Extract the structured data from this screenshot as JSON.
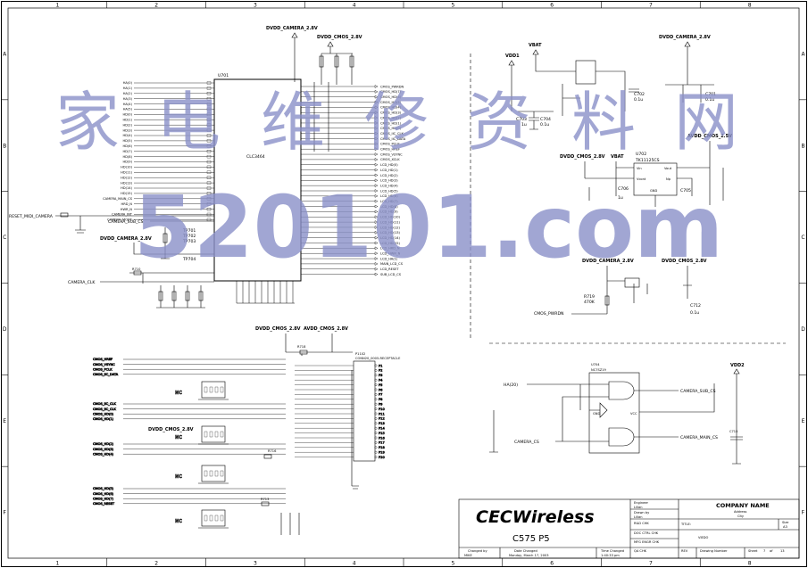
{
  "frame": {
    "columns": [
      "1",
      "2",
      "3",
      "4",
      "5",
      "6",
      "7",
      "8"
    ],
    "rows": [
      "A",
      "B",
      "C",
      "D",
      "E",
      "F"
    ]
  },
  "watermark": {
    "chars": [
      "家",
      "电",
      "维",
      "修",
      "资",
      "料",
      "网"
    ],
    "url": "520101.com"
  },
  "rails": {
    "dvdd_camera": "DVDD_CAMERA_2.8V",
    "dvdd_cmos": "DVDD_CMOS_2.8V",
    "avdd_cmos_28": "AVDD_CMOS_2.8V",
    "avdd_cmos_25": "AVDD_CMOS_2.5V",
    "vbat": "VBAT",
    "vdd1": "VDD1",
    "vdd2": "VDD2"
  },
  "u701": {
    "ref": "U701",
    "part": "CLC3464",
    "left_pins": [
      "HA(0)",
      "HA(1)",
      "HA(2)",
      "HA(3)",
      "HA(4)",
      "HA(5)",
      "HD(0)",
      "HD(1)",
      "HD(2)",
      "HD(3)",
      "HD(4)",
      "HD(5)",
      "HD(6)",
      "HD(7)",
      "HD(8)",
      "HD(9)",
      "HD(10)",
      "HD(11)",
      "HD(12)",
      "HD(13)",
      "HD(14)",
      "HD(15)",
      "CAMERA_MAIN_CS",
      "HRD_N",
      "HWR_N",
      "CAMERA_INT",
      "CAMERA_MODE"
    ],
    "right_nets": [
      "CMOS_PWRDN",
      "CMOS_HD(7)",
      "CMOS_HD(6)",
      "CMOS_HD(5)",
      "CMOS_HD(4)",
      "CMOS_HD(3)",
      "CMOS_HD(2)",
      "CMOS_HD(1)",
      "CMOS_HD(0)",
      "CMOS_IIC_CLK",
      "CMOS_IIC_DATA",
      "CMOS_PCLK",
      "CMOS_HREF",
      "CMOS_VSYNC",
      "CMOS_XCLK",
      "LCD_HD(0)",
      "LCD_HD(1)",
      "LCD_HD(2)",
      "LCD_HD(3)",
      "LCD_HD(4)",
      "LCD_HD(5)",
      "LCD_HD(6)",
      "LCD_HD(7)",
      "LCD_HD(8)",
      "LCD_HD(9)",
      "LCD_HD(10)",
      "LCD_HD(11)",
      "LCD_HD(12)",
      "LCD_HD(13)",
      "LCD_HD(14)",
      "LCD_HD(15)",
      "LCD_HRD_N",
      "LCD_HWR_N",
      "LCD_HA(1)",
      "MAIN_LCD_CS",
      "LCD_RESET",
      "SUB_LCD_CS"
    ]
  },
  "left_misc": {
    "reset": "RESET_MIDI_CAMERA",
    "sub_cs": "CAMERA_SUB_CS",
    "clk": "CAMERA_CLK",
    "tp": [
      "TP701",
      "TP702",
      "TP703",
      "TP704"
    ],
    "r708": "R708",
    "r710": "R710"
  },
  "p1102": {
    "ref": "P1102",
    "title": "CONN20_0005-RECEPTACLE",
    "pins": [
      "P1",
      "P2",
      "P3",
      "P4",
      "P5",
      "P6",
      "P7",
      "P8",
      "P9",
      "P10",
      "P11",
      "P12",
      "P13",
      "P14",
      "P15",
      "P16",
      "P17",
      "P18",
      "P19",
      "P20"
    ],
    "r": "R718",
    "r_val": "0"
  },
  "connector_nets": {
    "g1": [
      "CMOS_HREF",
      "CMOS_VSYNC",
      "CMOS_PCLK",
      "CMOS_IIC_DATA"
    ],
    "g2": [
      "CMOS_IIC_CLK",
      "CMOS_IIC_CLK",
      "CMOS_HD(0)",
      "CMOS_HD(1)"
    ],
    "g3": [
      "CMOS_HD(2)",
      "CMOS_HD(3)",
      "CMOS_HD(4)"
    ],
    "g4": [
      "CMOS_HD(5)",
      "CMOS_HD(6)",
      "CMOS_HD(7)",
      "CMOS_RESET"
    ],
    "nc": "NC",
    "r_left": "R716",
    "r_left2": "R713"
  },
  "power": {
    "c702": "C702",
    "c702_val": "0.1u",
    "c703": "C703",
    "c703_val": "1u",
    "c704": "C704",
    "c704_val": "0.1u",
    "c701": "C701",
    "c701_val": "0.1u",
    "u702": "U702",
    "u702_part": "TK11125CS",
    "u702_pins": [
      "Vin",
      "Vout",
      "Vcont",
      "Np",
      "GND"
    ],
    "c706": "C706",
    "c706_val": "1u",
    "c705": "C705",
    "r719": "R719",
    "r719_val": "470K",
    "c712": "C712",
    "c712_val": "0.1u",
    "pwrdn": "CMOS_PWRDN"
  },
  "logic": {
    "ref": "U704",
    "part": "NC7SZ19",
    "ha20": "HA(20)",
    "cam_cs": "CAMERA_CS",
    "out_sub": "CAMERA_SUB_CS",
    "out_main": "CAMERA_MAIN_CS",
    "vcc": "VCC",
    "gnd": "GND",
    "c715": "C715"
  },
  "title_block": {
    "logo": "CECWireless",
    "doc": "C575  P5",
    "engineer_lbl": "Engineer",
    "engineer": "Lilian",
    "drawn_lbl": "Drawn by",
    "drawn": "Lilian",
    "rd_lbl": "R&D CHK",
    "doc_lbl": "DOC CTRL CHK",
    "mfg_lbl": "MFG ENGR CHK",
    "qa_lbl": "QA CHK",
    "company": "COMPANY NAME",
    "address": "Address",
    "city": "City",
    "title_lbl": "TITLE:",
    "title": "VIEDO",
    "size_lbl": "Size",
    "size": "A3",
    "rev_lbl": "REV",
    "drawing_lbl": "Drawing Number",
    "sheet_lbl": "Sheet",
    "sheet": "7",
    "of_lbl": "of",
    "of": "13",
    "changed_lbl": "Changed by",
    "changed": "MIKE",
    "date_lbl": "Date Changed",
    "date": "Monday, March 17, 2003",
    "time_lbl": "Time Changed",
    "time": "1:40:33 pm"
  }
}
